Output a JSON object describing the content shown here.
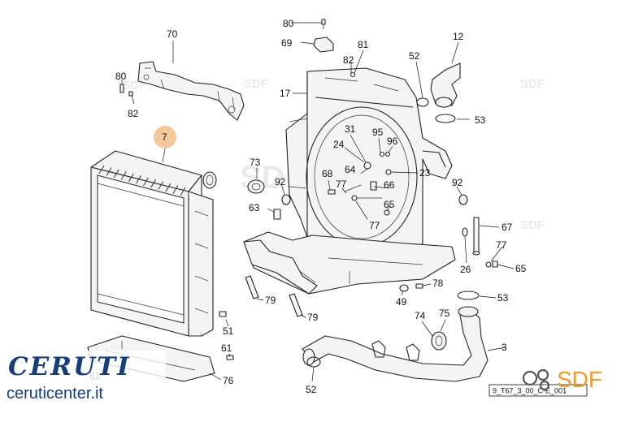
{
  "colors": {
    "highlight": "#f3c89a",
    "logo_blue": "#173d7a",
    "sdf_orange": "#f29a2e"
  },
  "brand": {
    "ceruti_logo_text": "CERUTI",
    "ceruti_site": "ceruticenter.it",
    "sdf_logo_text": "SDF",
    "watermark_text": "SDF"
  },
  "drawing_code": "9_T67_3_00_C-E_001",
  "parts": {
    "p80a": "80",
    "p69": "69",
    "p81a": "81",
    "p82a": "82",
    "p12": "12",
    "p70": "70",
    "p80b": "80",
    "p82b": "82",
    "p52a": "52",
    "p17": "17",
    "p53a": "53",
    "p7": "7",
    "p31": "31",
    "p95": "95",
    "p96": "96",
    "p24": "24",
    "p64": "64",
    "p23": "23",
    "p73": "73",
    "p92a": "92",
    "p68": "68",
    "p77a": "77",
    "p66": "66",
    "p92b": "92",
    "p63": "63",
    "p65a": "65",
    "p77b": "77",
    "p67": "67",
    "p77c": "77",
    "p26": "26",
    "p65b": "65",
    "p78": "78",
    "p79a": "79",
    "p49": "49",
    "p53b": "53",
    "p79b": "79",
    "p74": "74",
    "p75": "75",
    "p51": "51",
    "p3": "3",
    "p61a": "61",
    "p61b": "61",
    "p76": "76",
    "p52b": "52"
  }
}
